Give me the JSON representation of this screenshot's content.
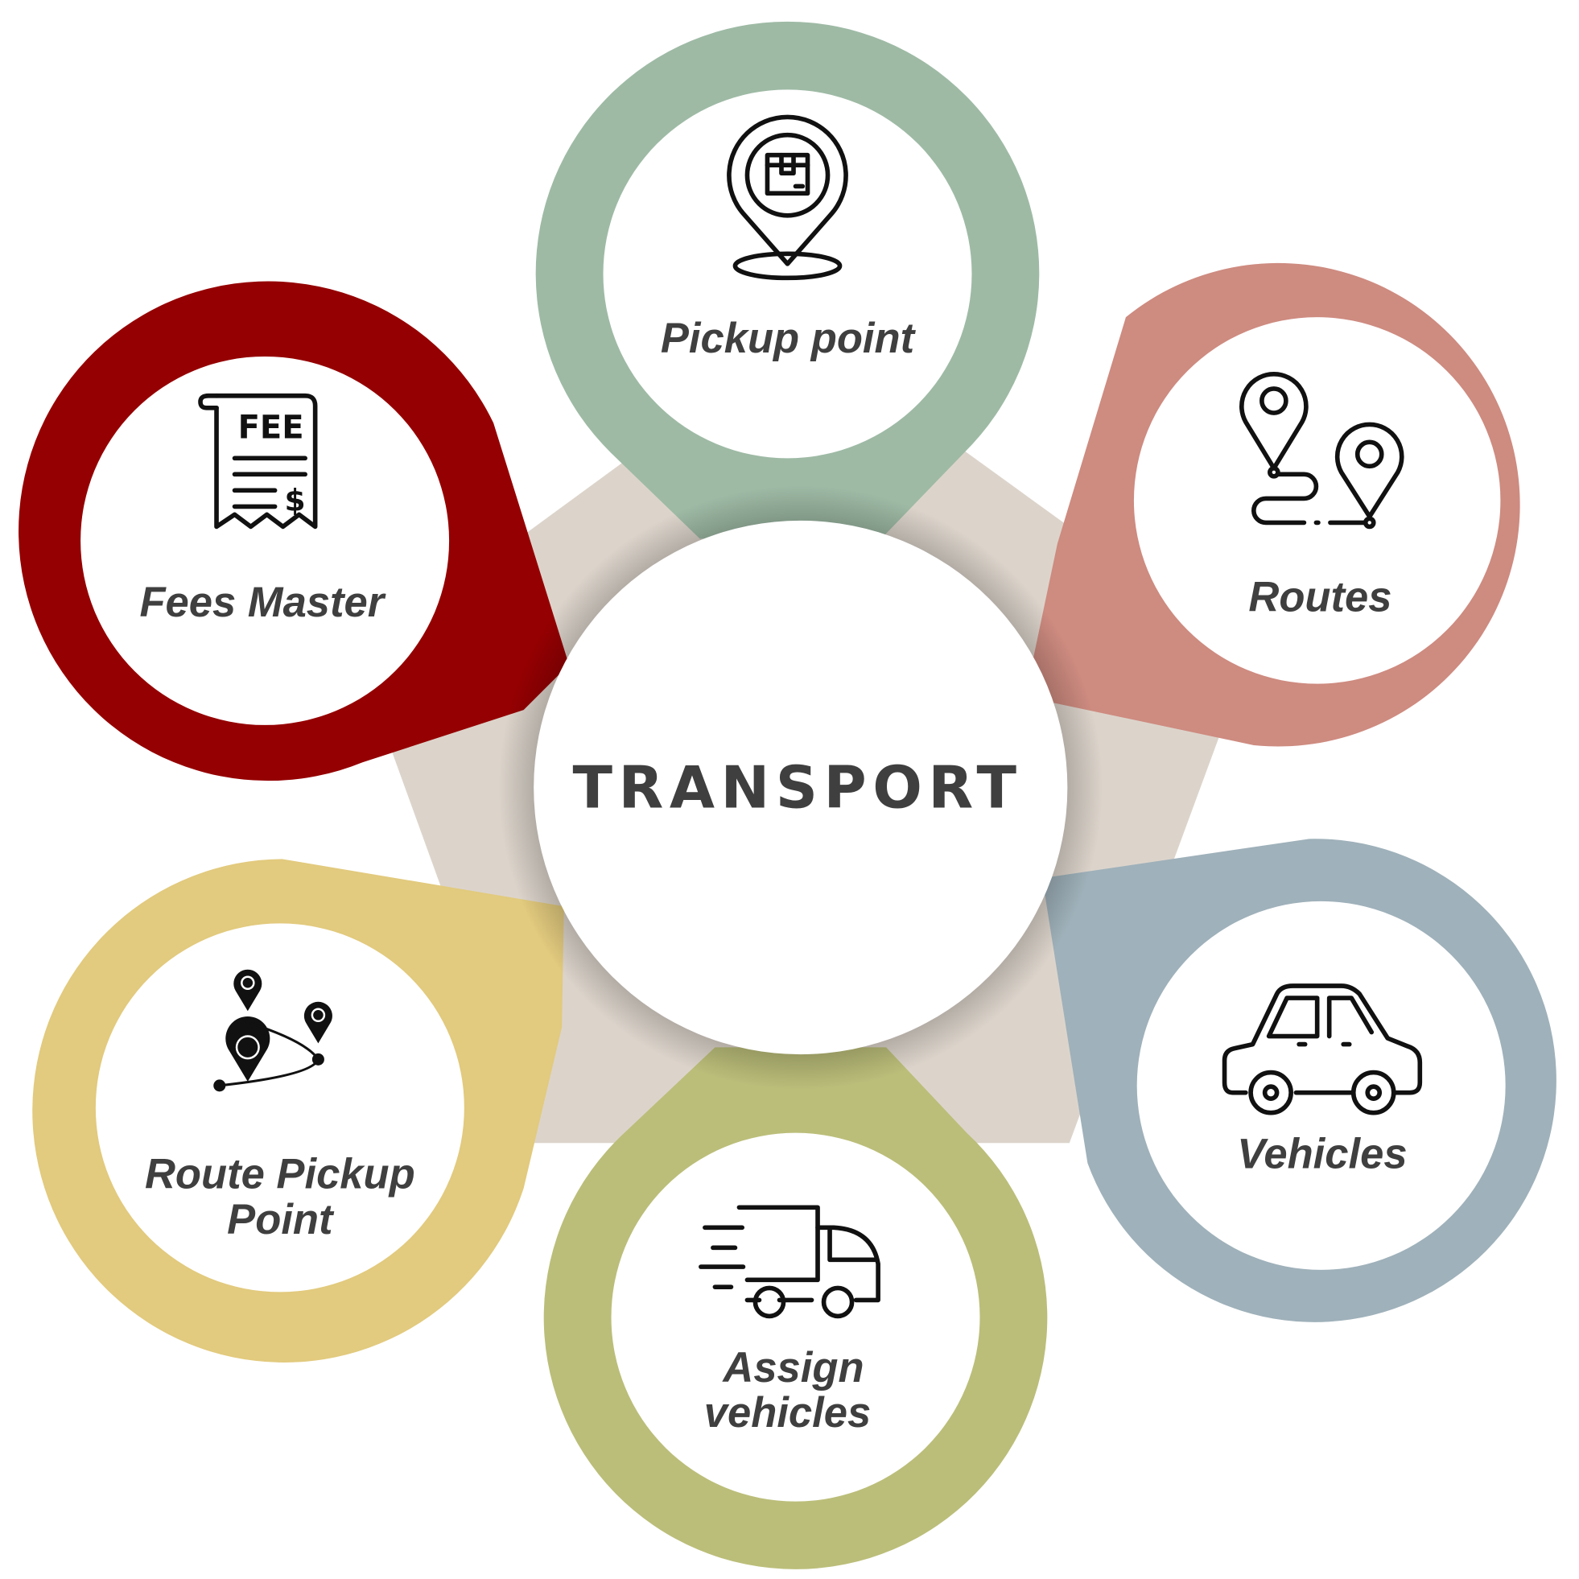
{
  "diagram": {
    "center": {
      "label": "TRANSPORT",
      "fill": "#ffffff",
      "text_color": "#3f3f3f"
    },
    "background_shape": {
      "type": "pentagon",
      "color": "#DCD4CB"
    },
    "nodes": [
      {
        "id": "pickup-point",
        "label": "Pickup point",
        "icon": "location-pin-package-icon",
        "color": "#9EBAA5"
      },
      {
        "id": "routes",
        "label": "Routes",
        "icon": "route-pins-icon",
        "color": "#CE8B80"
      },
      {
        "id": "vehicles",
        "label": "Vehicles",
        "icon": "car-icon",
        "color": "#9FB1BA"
      },
      {
        "id": "assign-vehicles",
        "label_lines": [
          "Assign",
          "vehicles"
        ],
        "icon": "delivery-truck-icon",
        "color": "#BBBE79"
      },
      {
        "id": "route-pickup-point",
        "label_lines": [
          "Route Pickup",
          "Point"
        ],
        "icon": "multi-pin-route-icon",
        "color": "#E2CA7E"
      },
      {
        "id": "fees-master",
        "label": "Fees Master",
        "icon": "fee-receipt-icon",
        "icon_text": "FEE",
        "icon_symbol": "$",
        "color": "#950002"
      }
    ]
  }
}
